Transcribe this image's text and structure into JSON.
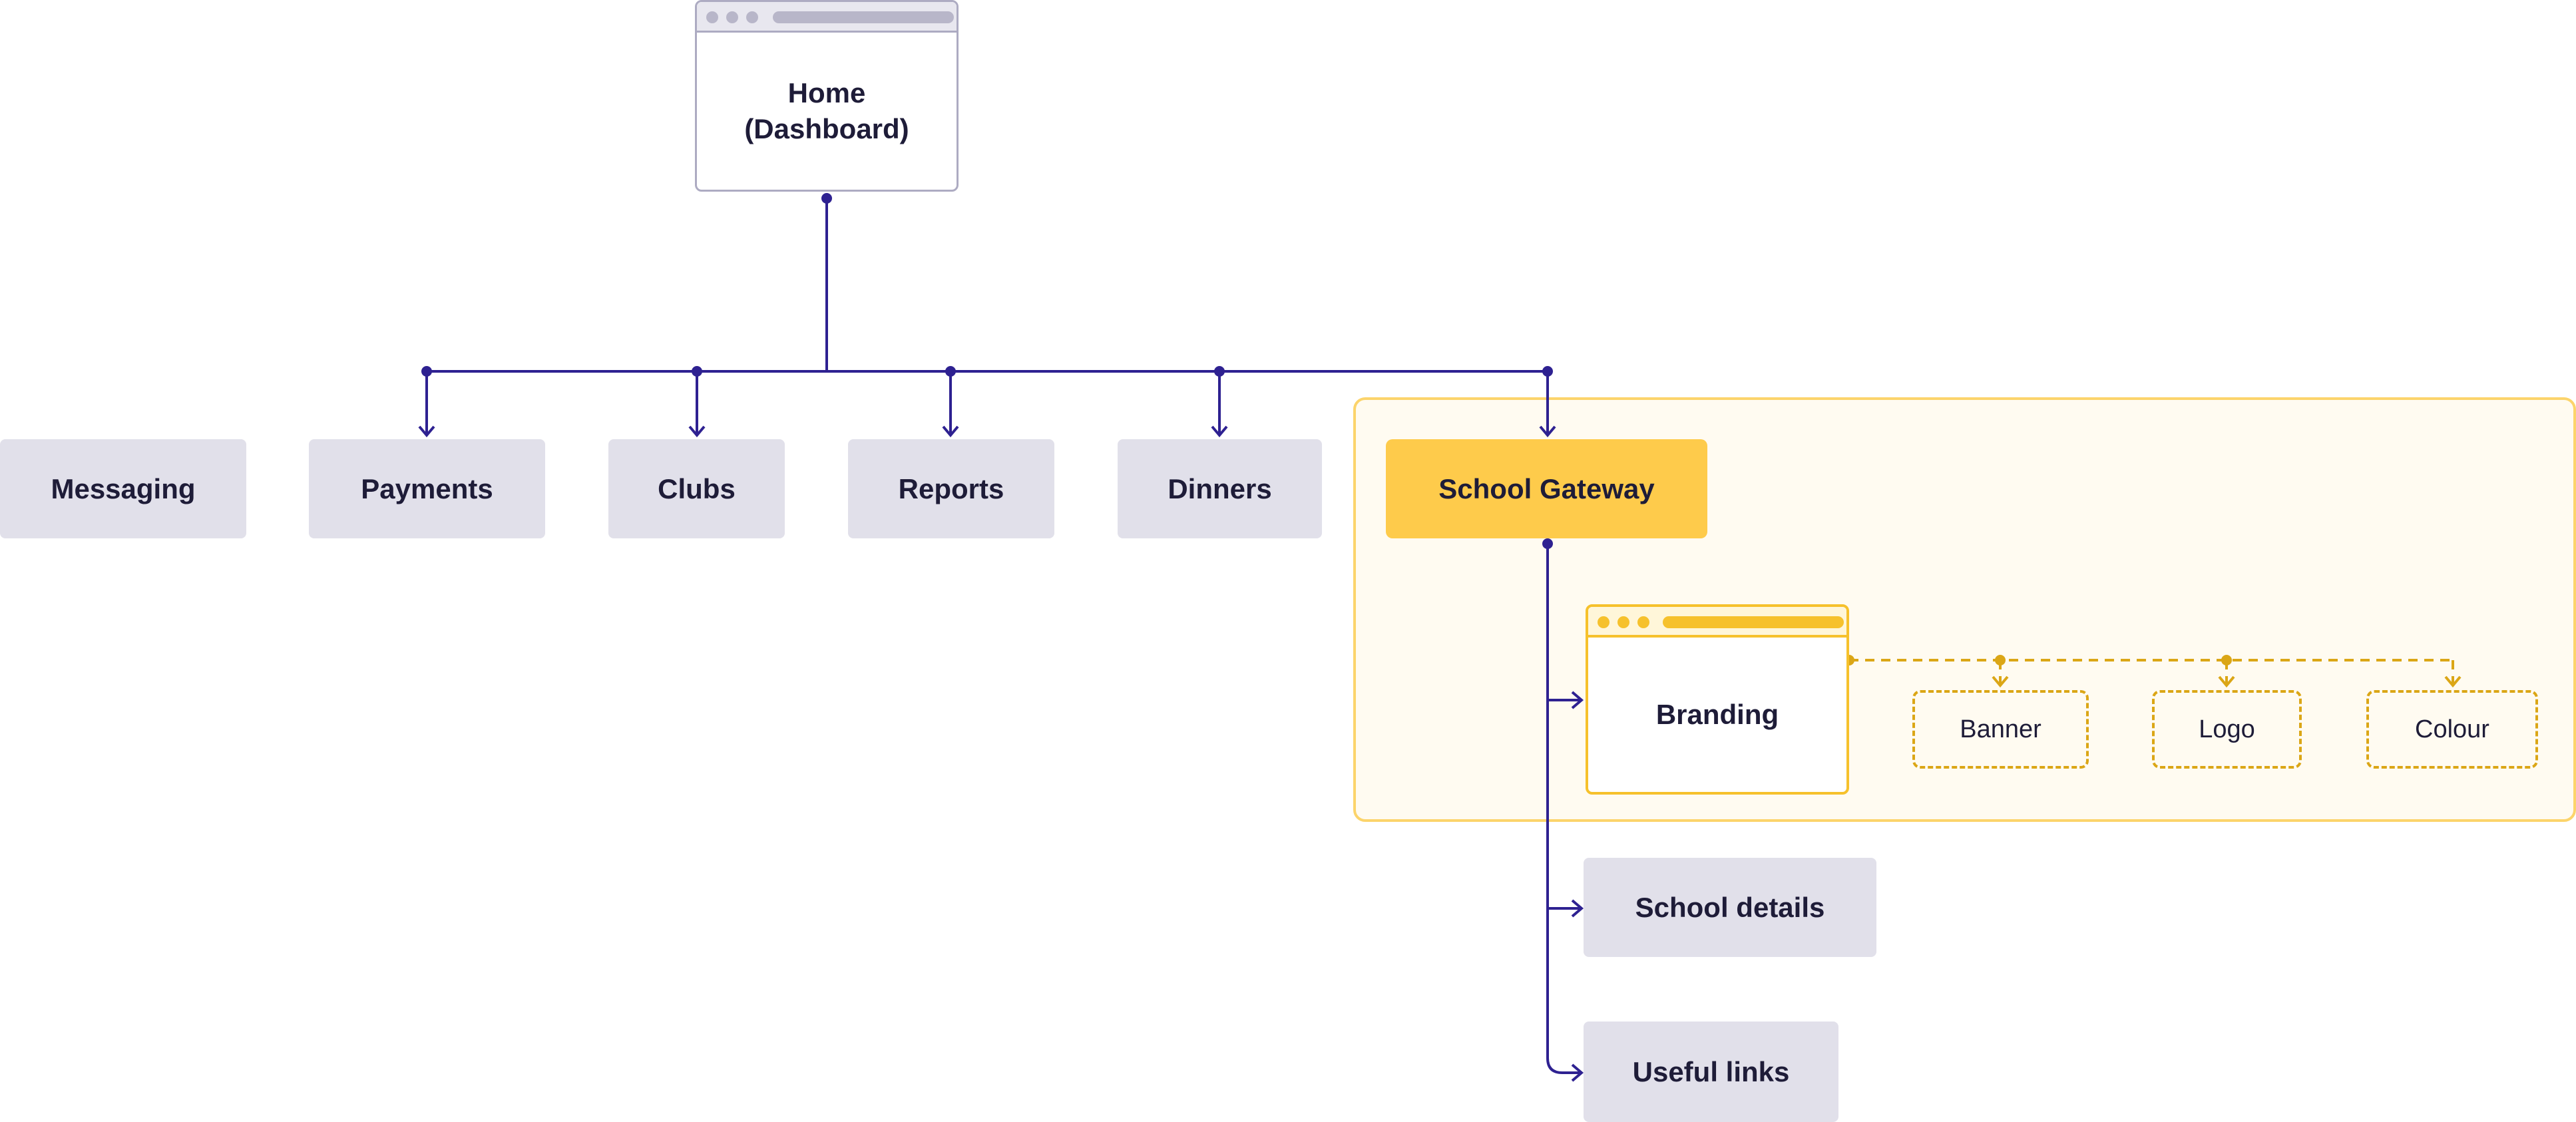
{
  "colors": {
    "connector": "#2e2191",
    "accent": "#fecb4b",
    "accent_line": "#dba616",
    "node_fill": "#e1e0ea",
    "region_fill": "#fffbf1"
  },
  "root": {
    "line1": "Home",
    "line2": "(Dashboard)"
  },
  "top_level": {
    "messaging": "Messaging",
    "payments": "Payments",
    "clubs": "Clubs",
    "reports": "Reports",
    "dinners": "Dinners",
    "school_gateway": "School Gateway"
  },
  "gateway_children": {
    "branding": "Branding",
    "school_details": "School details",
    "useful_links": "Useful links"
  },
  "branding_options": {
    "banner": "Banner",
    "logo": "Logo",
    "colour": "Colour"
  }
}
